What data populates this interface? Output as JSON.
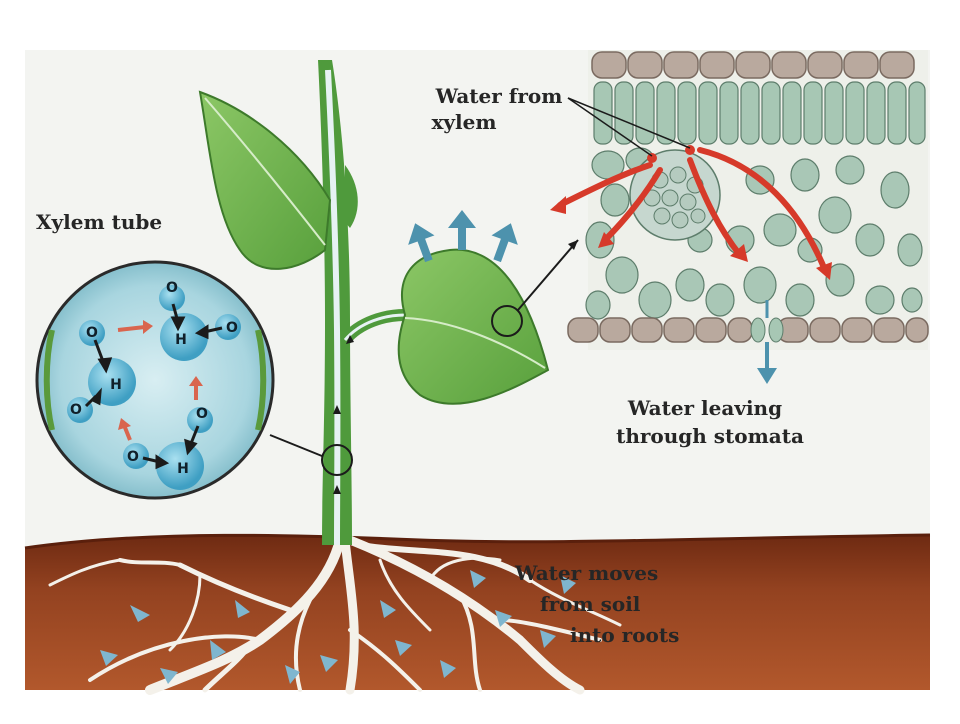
{
  "labels": {
    "xylem_tube": "Xylem tube",
    "water_from_xylem_line1": "Water from",
    "water_from_xylem_line2": "xylem",
    "water_leaving_line1": "Water leaving",
    "water_leaving_line2": "through stomata",
    "water_moves_line1": "Water moves",
    "water_moves_line2": "from soil",
    "water_moves_line3": "into roots"
  },
  "molecule_atoms": {
    "oxygen": "O",
    "hydrogen": "H"
  },
  "colors": {
    "background": "#f3f4f1",
    "soil": "#8a3a1c",
    "leaf": "#6fb64a",
    "stem": "#4f9a3c",
    "xylem_channel": "#e6f2f3",
    "molecule": "#5fb9d6",
    "water_arrow": "#4d92ad",
    "red_arrow": "#d63a2a",
    "leaf_cell": "#a9c7b6",
    "cell_wall": "#b7a79d"
  }
}
